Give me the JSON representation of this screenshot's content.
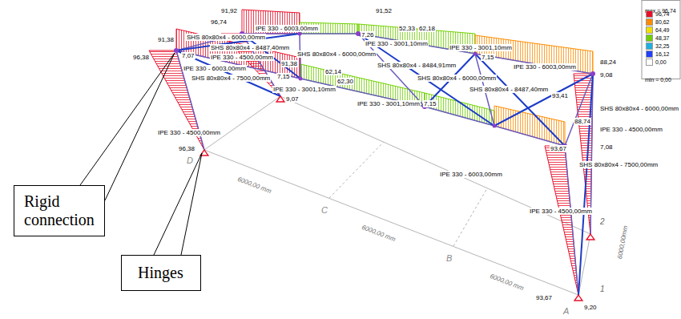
{
  "diagram": {
    "nodes": [
      {
        "text": [
          "Rigid connection"
        ]
      },
      {
        "text": [
          "Hinges"
        ]
      }
    ],
    "labels": [
      "91,92",
      "91,52",
      "96,74",
      "IPE 330 - 6003,00mm",
      "52,33",
      "62,18",
      "7,26",
      "IPE 330 - 3001,10mm",
      "IPE 330 - 3001,10mm",
      "SHS 80x80x4 - 6000,00mm",
      "91,38",
      "96,38",
      "7,07",
      "SHS 80x80x4 - 8487,40mm",
      "91,38",
      "SHS 80x80x4 - 6000,00mm",
      "IPE 330 - 4500,00mm",
      "7,15",
      "IPE 330 - 6003,00mm",
      "88,24",
      "IPE 330 - 6003,00mm",
      "SHS 80x80x4 - 7500,00mm",
      "7,15",
      "62,14",
      "62,30",
      "IPE 330 - 3001,10mm",
      "SHS 80x80x4 - 8484,91mm",
      "SHS 80x80x4 - 6000,00mm",
      "IPE 330 - 3001,10mm",
      "7,15",
      "93,41",
      "9,08",
      "SHS 80x80x4 - 8487,40mm",
      "9,07",
      "IPE 330 - 4500,00mm",
      "SHS 80x80x4 - 6000,00mm",
      "IPE 330 - 6003,00mm",
      "88,74",
      "IPE 330 - 4500,00mm",
      "93,67",
      "7,08",
      "SHS 80x80x4 - 7500,00mm",
      "IPE 330 - 4500,00mm",
      "9,20",
      "93,67",
      "96,38",
      "D",
      "C",
      "B",
      "A",
      "6000,00 mm",
      "6000,00 mm",
      "6000,00 mm",
      "1",
      "2",
      "6000,00mm",
      "max = 96,74",
      "min = 0,00"
    ],
    "legend": [
      {
        "text": "96,74",
        "color": "#e8102a"
      },
      {
        "text": "80,62",
        "color": "#ff8c00"
      },
      {
        "text": "64,49",
        "color": "#f2e000"
      },
      {
        "text": "48,37",
        "color": "#70d000"
      },
      {
        "text": "32,25",
        "color": "#20b0e0"
      },
      {
        "text": "16,12",
        "color": "#2040ff"
      },
      {
        "text": "0,00",
        "color": "#ffffff"
      }
    ]
  }
}
